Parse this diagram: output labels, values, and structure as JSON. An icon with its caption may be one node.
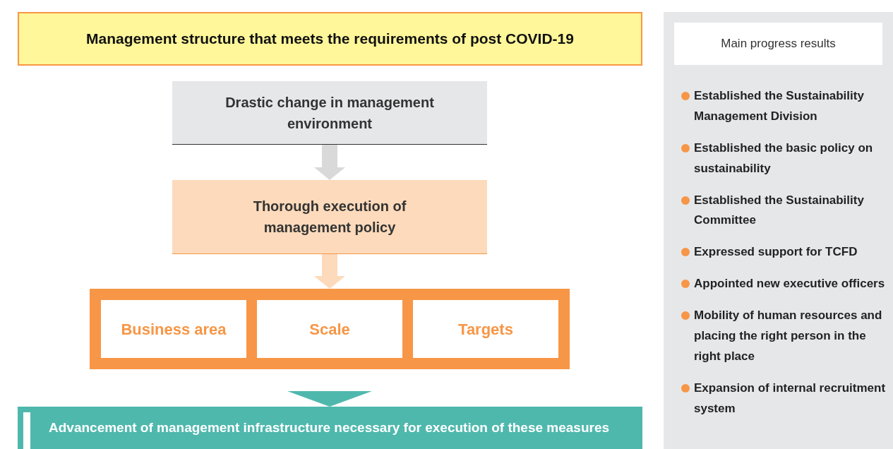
{
  "diagram": {
    "title": "Management structure that meets the requirements of post COVID-19",
    "nodes": [
      {
        "text": [
          "Drastic change in management environment"
        ]
      },
      {
        "text": [
          "Thorough execution of management policy"
        ]
      },
      {
        "text": [],
        "shape": "box"
      },
      {
        "text": [
          "Business area"
        ],
        "in": 2
      },
      {
        "text": [
          "Scale"
        ],
        "in": 2
      },
      {
        "text": [
          "Targets"
        ],
        "in": 2
      },
      {
        "text": [
          "Advancement of management infrastructure necessary for execution of these measures"
        ]
      },
      {
        "text": [],
        "shape": "box"
      },
      {
        "text": [
          "Main progress results"
        ],
        "in": 7
      }
    ],
    "edges": [
      {
        "from": 0,
        "to": 1,
        "arrow": "to",
        "color": "#d9d9d9"
      },
      {
        "from": 1,
        "to": 2,
        "arrow": "to",
        "color": "#fcdabb"
      },
      {
        "from": 2,
        "to": 6,
        "arrow": "to",
        "color": "#4fb8ad"
      }
    ],
    "labels": [
      "Established the Sustainability Management Division",
      "Established the basic policy on sustainability",
      "Established the Sustainability Committee",
      "Expressed support for TCFD",
      "Appointed new executive officers",
      "Mobility of human resources and placing the right person in the right place",
      "Expansion of internal recruitment system"
    ]
  }
}
